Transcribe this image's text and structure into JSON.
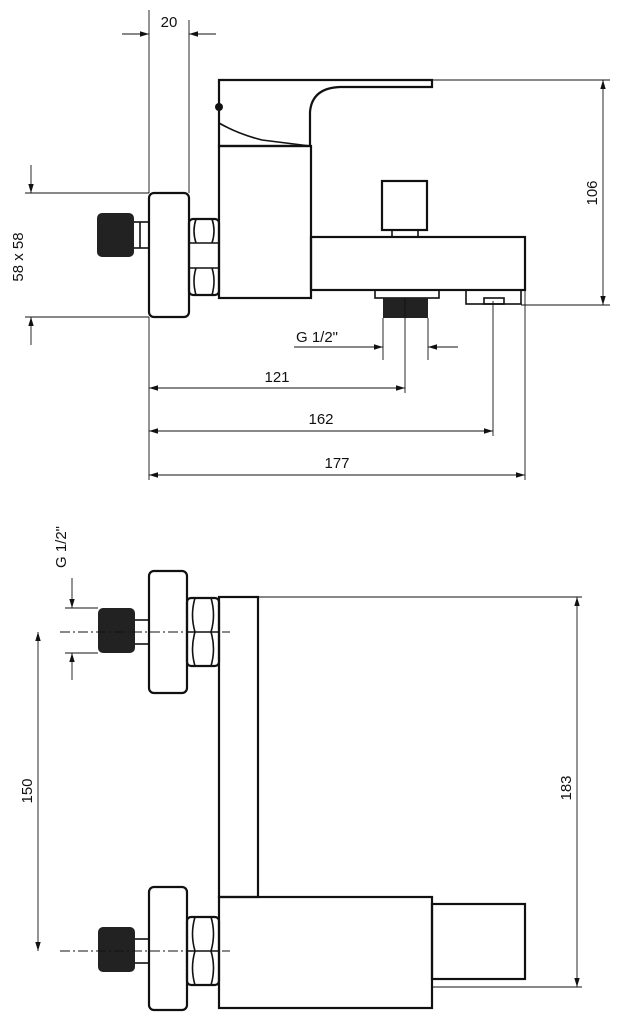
{
  "top_view": {
    "dim_wall_thickness": "20",
    "dim_escutcheon": "58 x 58",
    "dim_height": "106",
    "dim_thread": "G 1/2\"",
    "dim_to_thread": "121",
    "dim_to_spout": "162",
    "dim_overall_length": "177"
  },
  "side_view": {
    "dim_thread": "G 1/2\"",
    "dim_spacing": "150",
    "dim_overall_height": "183"
  }
}
